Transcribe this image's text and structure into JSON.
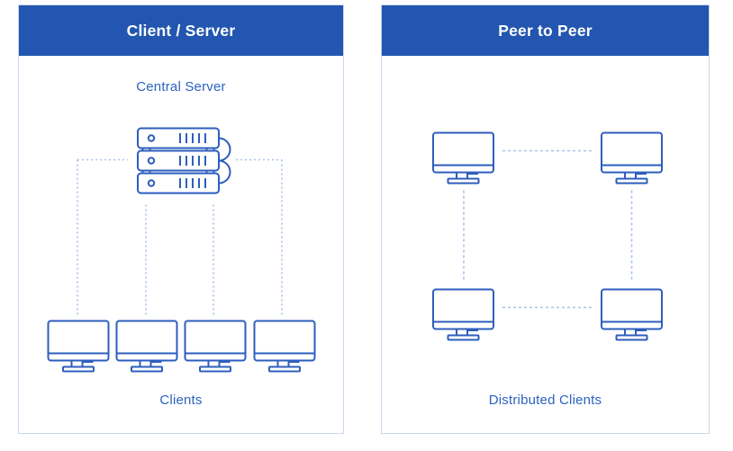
{
  "colors": {
    "page_background": "#ffffff",
    "panel_border": "#c8d8ee",
    "header_background": "#2256b0",
    "header_text": "#ffffff",
    "icon_stroke": "#2d5ebd",
    "label_text": "#2c63bf",
    "connector_line": "#a9c2ea"
  },
  "panels": [
    {
      "title": "Client / Server",
      "top_label": "Central Server",
      "bottom_label": "Clients",
      "server_icon": "server-stack-icon",
      "client_icon": "monitor-icon",
      "client_count": 4
    },
    {
      "title": "Peer to Peer",
      "bottom_label": "Distributed Clients",
      "client_icon": "monitor-icon",
      "client_count": 4
    }
  ]
}
